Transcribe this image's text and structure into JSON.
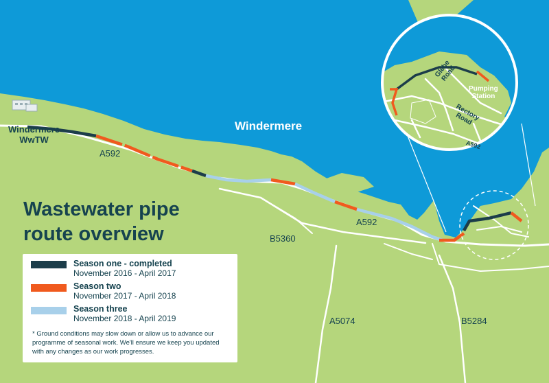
{
  "title": {
    "line1": "Wastewater pipe",
    "line2": "route overview"
  },
  "places": {
    "works": [
      "Windermere",
      "WwTW"
    ],
    "lake": "Windermere"
  },
  "roads": {
    "a592_west": "A592",
    "a592_east": "A592",
    "b5360": "B5360",
    "a5074": "A5074",
    "b5284": "B5284",
    "inset_a592": "A592"
  },
  "inset": {
    "glebe_road": [
      "Glebe",
      "Road"
    ],
    "rectory_road": [
      "Rectory",
      "Road"
    ],
    "pumping_station": [
      "Pumping",
      "Station"
    ]
  },
  "legend": {
    "items": [
      {
        "title": "Season one - completed",
        "dates": "November 2016 - April 2017",
        "color": "#1c3d4a"
      },
      {
        "title": "Season two",
        "dates": "November 2017 - April 2018",
        "color": "#f05a1e"
      },
      {
        "title": "Season three",
        "dates": "November 2018 - April 2019",
        "color": "#a8d0ea"
      }
    ],
    "note": "* Ground conditions may slow down or allow us to advance our programme of seasonal work. We'll ensure we keep you updated with any changes as our work progresses."
  },
  "colors": {
    "land": "#b5d67c",
    "water": "#0e9ad8",
    "road": "#ffffff",
    "text": "#16434f"
  }
}
